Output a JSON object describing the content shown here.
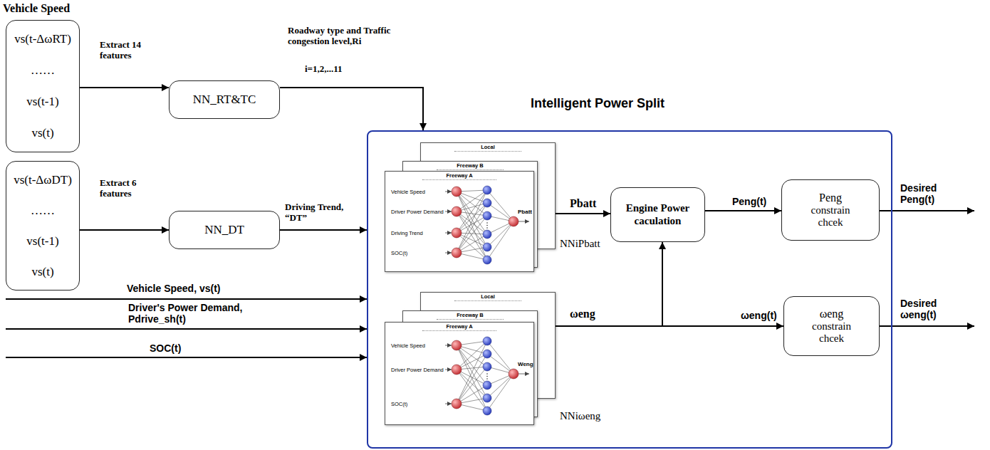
{
  "diagram": {
    "nodes": [
      {
        "text": [
          "vs(t-ΔωRT)",
          "……",
          "vs(t-1)",
          "vs(t)"
        ]
      },
      {
        "text": [
          "NN_RT&TC"
        ]
      },
      {
        "text": [
          "vs(t-ΔωDT)",
          "……",
          "vs(t-1)",
          "vs(t)"
        ]
      },
      {
        "text": [
          "NN_DT"
        ]
      },
      {
        "text": [
          "Intelligent Power Split"
        ]
      },
      {
        "text": [
          "Local"
        ],
        "in": 4
      },
      {
        "text": [
          "Freeway B"
        ],
        "in": 4
      },
      {
        "text": [
          "Freeway A",
          "Vehicle Speed",
          "Driver Power Demand",
          "Driving Trend",
          "SOC(t)",
          "Pbatt"
        ],
        "in": 4
      },
      {
        "text": [
          "Engine Power caculation"
        ],
        "in": 4
      },
      {
        "text": [
          "Local"
        ],
        "in": 4
      },
      {
        "text": [
          "Freeway B"
        ],
        "in": 4
      },
      {
        "text": [
          "Freeway A",
          "Vehicle Speed",
          "Driver Power Demand",
          "SOC(t)",
          "Weng"
        ],
        "in": 4
      },
      {
        "text": [
          "Peng",
          "constrain chcek"
        ],
        "in": 4
      },
      {
        "text": [
          "ωeng",
          "constrain chcek"
        ],
        "in": 4
      }
    ],
    "edges": [
      {
        "from": 0,
        "to": 1,
        "arrow": "to",
        "label": "Extract 14 features"
      },
      {
        "from": 1,
        "to": 4,
        "arrow": "to",
        "label": "Roadway type and Traffic congestion level,Ri"
      },
      {
        "from": 2,
        "to": 3,
        "arrow": "to",
        "label": "Extract 6 features"
      },
      {
        "from": 3,
        "to": 4,
        "arrow": "to",
        "label": "Driving Trend, “DT”"
      },
      {
        "from": 7,
        "to": 8,
        "arrow": "to",
        "label": "Pbatt"
      },
      {
        "from": 8,
        "to": 12,
        "arrow": "to",
        "label": "Peng(t)"
      },
      {
        "from": 11,
        "to": 13,
        "arrow": "to",
        "label": "ωeng(t)"
      },
      {
        "from": 11,
        "to": 8,
        "arrow": "to"
      }
    ],
    "labels": [
      "Vehicle Speed",
      "i=1,2,...11",
      "Vehicle Speed, vs(t)",
      "Driver's Power Demand, Pdrive_sh(t)",
      "SOC(t)",
      "NNiPbatt",
      "ωeng",
      "NNiωeng",
      "Desired Peng(t)",
      "Desired ωeng(t)"
    ]
  }
}
